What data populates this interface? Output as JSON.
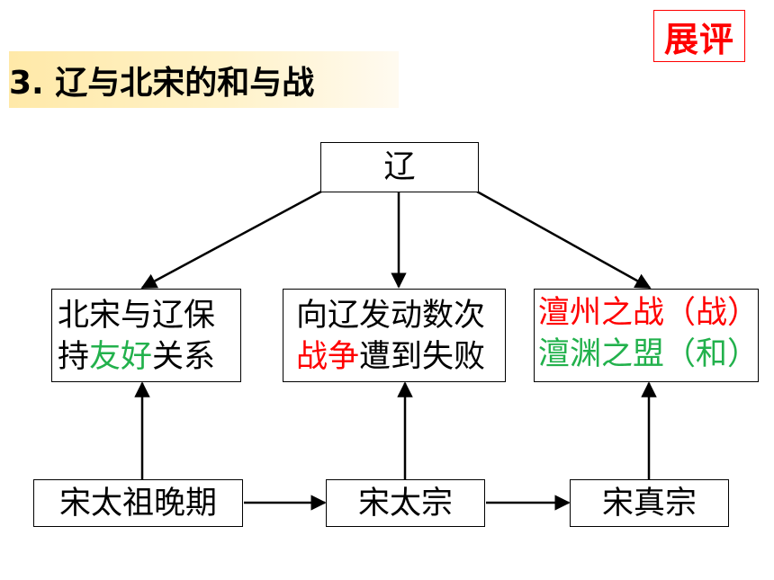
{
  "badge": "展评",
  "title": "3. 辽与北宋的和与战",
  "nodes": {
    "liao": "辽",
    "left": {
      "line1": "北宋与辽保",
      "line2_pre": "持",
      "line2_green": "友好",
      "line2_post": "关系"
    },
    "middle": {
      "line1": "向辽发动数次",
      "line2_red": "战争",
      "line2_post": "遭到失败"
    },
    "right": {
      "line1": "澶州之战（战）",
      "line2": "澶渊之盟（和）"
    }
  },
  "emperors": [
    "宋太祖晚期",
    "宋太宗",
    "宋真宗"
  ],
  "colors": {
    "accent_red": "#ff0000",
    "accent_green": "#22b14c",
    "title_bg": "#ffe9a8"
  }
}
